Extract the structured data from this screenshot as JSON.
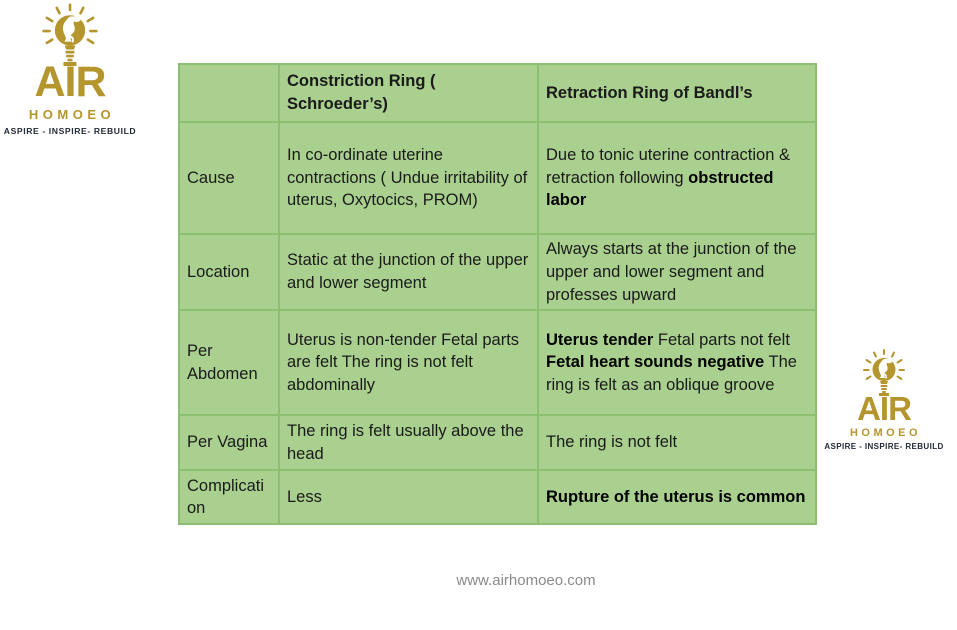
{
  "logo": {
    "brand": "AIR",
    "name": "HOMOEO",
    "tagline": "ASPIRE - INSPIRE- REBUILD"
  },
  "footer": {
    "url": "www.airhomoeo.com"
  },
  "colors": {
    "gold": "#b5952e",
    "table_fill": "#a9d08e",
    "table_border": "#8cbf72",
    "tagline_text": "#232a38",
    "footer_text": "#8a8a8a"
  },
  "table": {
    "header": {
      "col1": "",
      "col2": "Constriction Ring ( Schroeder’s)",
      "col3": "Retraction Ring of Bandl’s"
    },
    "rows": [
      {
        "label": "Cause",
        "constriction": [
          {
            "t": "In co-ordinate uterine contractions ( Undue irritability of uterus, Oxytocics, PROM)",
            "b": false
          }
        ],
        "retraction": [
          {
            "t": "Due to tonic uterine contraction & retraction following ",
            "b": false
          },
          {
            "t": "obstructed labor",
            "b": true
          }
        ]
      },
      {
        "label": "Location",
        "constriction": [
          {
            "t": "Static at the junction of the upper and lower segment",
            "b": false
          }
        ],
        "retraction": [
          {
            "t": "Always starts at the junction of the upper and lower segment and professes upward",
            "b": false
          }
        ]
      },
      {
        "label": "Per Abdomen",
        "constriction": [
          {
            "t": "Uterus is non-tender Fetal parts are felt The ring is not felt abdominally",
            "b": false
          }
        ],
        "retraction": [
          {
            "t": "Uterus tender",
            "b": true
          },
          {
            "t": " Fetal parts not felt ",
            "b": false
          },
          {
            "t": "Fetal heart sounds negative",
            "b": true
          },
          {
            "t": " The ring is felt as an oblique groove",
            "b": false
          }
        ]
      },
      {
        "label": "Per Vagina",
        "constriction": [
          {
            "t": "The ring is felt usually above the head",
            "b": false
          }
        ],
        "retraction": [
          {
            "t": "The ring is not felt",
            "b": false
          }
        ]
      },
      {
        "label": "Complication",
        "constriction": [
          {
            "t": "Less",
            "b": false
          }
        ],
        "retraction": [
          {
            "t": "Rupture of the uterus is common",
            "b": true
          }
        ]
      }
    ]
  }
}
